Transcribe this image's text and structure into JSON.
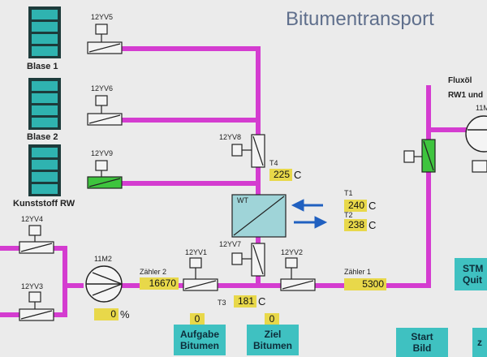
{
  "title": "Bitumentransport",
  "tanks": [
    {
      "label": "Blase 1"
    },
    {
      "label": "Blase 2"
    },
    {
      "label": "Kunststoff RW"
    }
  ],
  "valves": {
    "v5": "12YV5",
    "v6": "12YV6",
    "v9": "12YV9",
    "v8": "12YV8",
    "v4": "12YV4",
    "v3": "12YV3",
    "v1": "12YV1",
    "v7": "12YV7",
    "v2": "12YV2",
    "pump": "11M2",
    "pump_right": "11M"
  },
  "heat_exchanger": {
    "label": "WT"
  },
  "temps": {
    "t4": {
      "label": "T4",
      "value": "225",
      "unit": "C"
    },
    "t1": {
      "label": "T1",
      "value": "240",
      "unit": "C"
    },
    "t2": {
      "label": "T2",
      "value": "238",
      "unit": "C"
    },
    "t3": {
      "label": "T3",
      "value": "181",
      "unit": "C"
    }
  },
  "counters": {
    "z2": {
      "label": "Zähler 2",
      "value": "16670"
    },
    "z1": {
      "label": "Zähler 1",
      "value": "5300"
    }
  },
  "pump_speed": {
    "value": "0",
    "unit": "%"
  },
  "fluxoel": {
    "line1": "Fluxöl",
    "line2": "RW1 und"
  },
  "buttons": {
    "aufgabe": {
      "count": "0",
      "line1": "Aufgabe",
      "line2": "Bitumen"
    },
    "ziel": {
      "count": "0",
      "line1": "Ziel",
      "line2": "Bitumen"
    },
    "start": {
      "line1": "Start",
      "line2": "Bild"
    },
    "stm": {
      "line1": "STM",
      "line2": "Quit"
    },
    "right_small": {
      "line1": "z"
    }
  },
  "colors": {
    "pipe": "#d43cd0",
    "tank_frame": "#1d3b3b",
    "tank_fill": "#2fb3b0",
    "valve_open": "#3ec43e",
    "highlight": "#e8d84a",
    "button": "#3fc1c1",
    "arrow": "#2060c0",
    "hx_fill": "#9fd4d8"
  }
}
